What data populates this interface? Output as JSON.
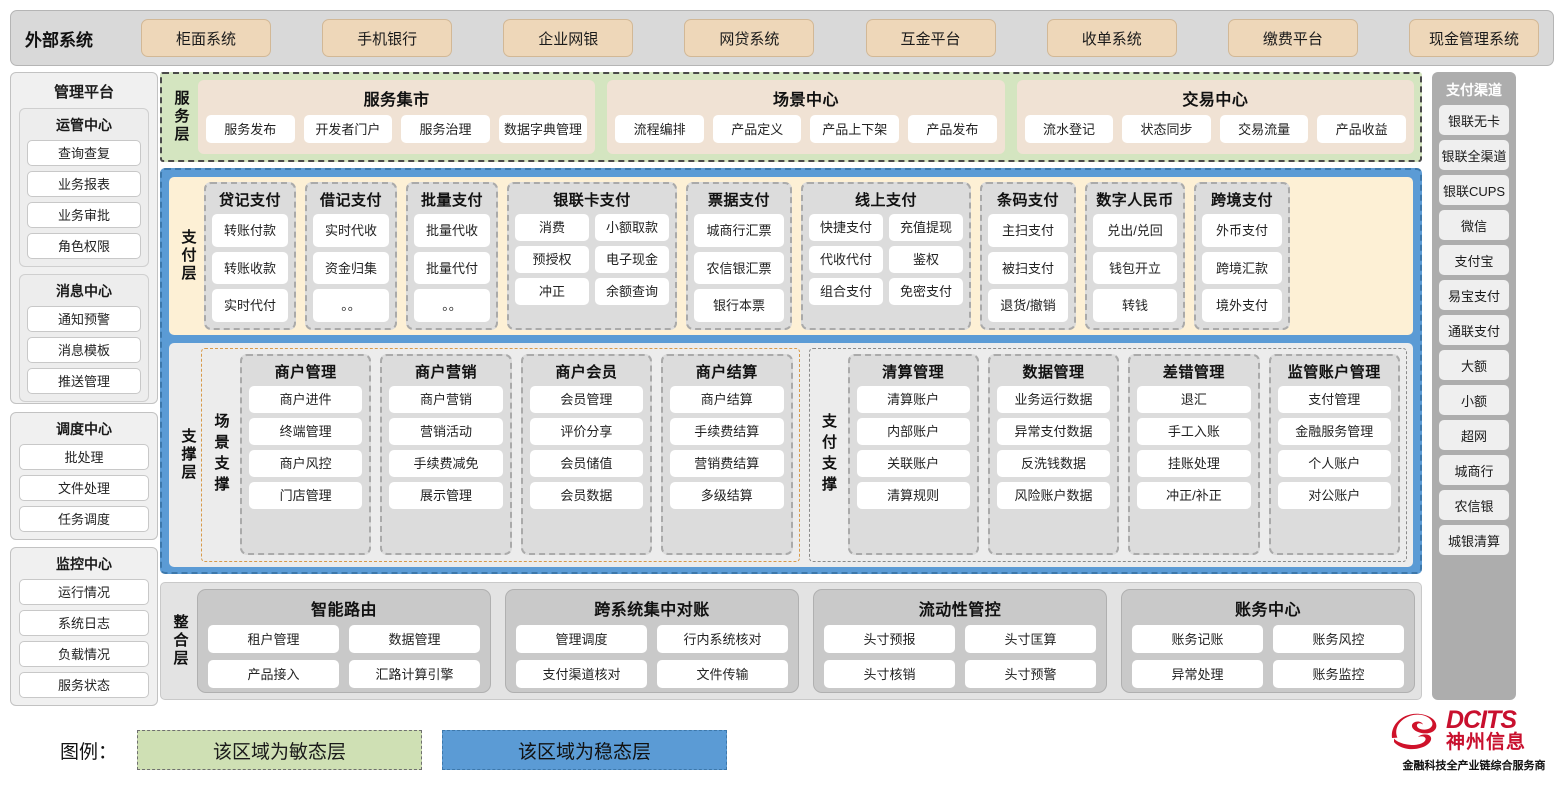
{
  "external": {
    "label": "外部系统",
    "items": [
      "柜面系统",
      "手机银行",
      "企业网银",
      "网贷系统",
      "互金平台",
      "收单系统",
      "缴费平台",
      "现金管理系统"
    ]
  },
  "management": {
    "title": "管理平台",
    "groups": [
      {
        "title": "运管中心",
        "items": [
          "查询查复",
          "业务报表",
          "业务审批",
          "角色权限"
        ]
      },
      {
        "title": "消息中心",
        "items": [
          "通知预警",
          "消息模板",
          "推送管理"
        ]
      }
    ],
    "lower_groups": [
      {
        "title": "调度中心",
        "items": [
          "批处理",
          "文件处理",
          "任务调度"
        ]
      },
      {
        "title": "监控中心",
        "items": [
          "运行情况",
          "系统日志",
          "负载情况",
          "服务状态"
        ]
      }
    ]
  },
  "service_layer": {
    "label": "服务层",
    "groups": [
      {
        "title": "服务集市",
        "items": [
          "服务发布",
          "开发者门户",
          "服务治理",
          "数据字典管理"
        ]
      },
      {
        "title": "场景中心",
        "items": [
          "流程编排",
          "产品定义",
          "产品上下架",
          "产品发布"
        ]
      },
      {
        "title": "交易中心",
        "items": [
          "流水登记",
          "状态同步",
          "交易流量",
          "产品收益"
        ]
      }
    ]
  },
  "payment_layer": {
    "label": "支付层",
    "groups": [
      {
        "title": "贷记支付",
        "cols": 1,
        "items": [
          "转账付款",
          "转账收款",
          "实时代付"
        ]
      },
      {
        "title": "借记支付",
        "cols": 1,
        "items": [
          "实时代收",
          "资金归集",
          "。。"
        ]
      },
      {
        "title": "批量支付",
        "cols": 1,
        "items": [
          "批量代收",
          "批量代付",
          "。。"
        ]
      },
      {
        "title": "银联卡支付",
        "cols": 2,
        "items": [
          "消费",
          "小额取款",
          "预授权",
          "电子现金",
          "冲正",
          "余额查询"
        ]
      },
      {
        "title": "票据支付",
        "cols": 1,
        "items": [
          "城商行汇票",
          "农信银汇票",
          "银行本票"
        ]
      },
      {
        "title": "线上支付",
        "cols": 2,
        "items": [
          "快捷支付",
          "充值提现",
          "代收代付",
          "鉴权",
          "组合支付",
          "免密支付"
        ]
      },
      {
        "title": "条码支付",
        "cols": 1,
        "items": [
          "主扫支付",
          "被扫支付",
          "退货/撤销"
        ]
      },
      {
        "title": "数字人民币",
        "cols": 1,
        "items": [
          "兑出/兑回",
          "钱包开立",
          "转钱"
        ]
      },
      {
        "title": "跨境支付",
        "cols": 1,
        "items": [
          "外币支付",
          "跨境汇款",
          "境外支付"
        ]
      }
    ]
  },
  "support_layer": {
    "label": "支撑层",
    "scene": {
      "label": "场景支撑",
      "groups": [
        {
          "title": "商户管理",
          "items": [
            "商户进件",
            "终端管理",
            "商户风控",
            "门店管理"
          ]
        },
        {
          "title": "商户营销",
          "items": [
            "商户营销",
            "营销活动",
            "手续费减免",
            "展示管理"
          ]
        },
        {
          "title": "商户会员",
          "items": [
            "会员管理",
            "评价分享",
            "会员储值",
            "会员数据"
          ]
        },
        {
          "title": "商户结算",
          "items": [
            "商户结算",
            "手续费结算",
            "营销费结算",
            "多级结算"
          ]
        }
      ]
    },
    "paysup": {
      "label": "支付支撑",
      "groups": [
        {
          "title": "清算管理",
          "items": [
            "清算账户",
            "内部账户",
            "关联账户",
            "清算规则"
          ]
        },
        {
          "title": "数据管理",
          "items": [
            "业务运行数据",
            "异常支付数据",
            "反洗钱数据",
            "风险账户数据"
          ]
        },
        {
          "title": "差错管理",
          "items": [
            "退汇",
            "手工入账",
            "挂账处理",
            "冲正/补正"
          ]
        },
        {
          "title": "监管账户管理",
          "items": [
            "支付管理",
            "金融服务管理",
            "个人账户",
            "对公账户"
          ]
        }
      ]
    }
  },
  "integration_layer": {
    "label": "整合层",
    "groups": [
      {
        "title": "智能路由",
        "items": [
          "租户管理",
          "数据管理",
          "产品接入",
          "汇路计算引擎"
        ]
      },
      {
        "title": "跨系统集中对账",
        "items": [
          "管理调度",
          "行内系统核对",
          "支付渠道核对",
          "文件传输"
        ]
      },
      {
        "title": "流动性管控",
        "items": [
          "头寸预报",
          "头寸匡算",
          "头寸核销",
          "头寸预警"
        ]
      },
      {
        "title": "账务中心",
        "items": [
          "账务记账",
          "账务风控",
          "异常处理",
          "账务监控"
        ]
      }
    ]
  },
  "channels": {
    "title": "支付渠道",
    "items": [
      "银联无卡",
      "银联全渠道",
      "银联CUPS",
      "微信",
      "支付宝",
      "易宝支付",
      "通联支付",
      "大额",
      "小额",
      "超网",
      "城商行",
      "农信银",
      "城银清算"
    ]
  },
  "legend": {
    "label": "图例：",
    "agile": "该区域为敏态层",
    "stable": "该区域为稳态层"
  },
  "logo": {
    "en": "DCITS",
    "cn": "神州信息",
    "tagline": "金融科技全产业链综合服务商"
  },
  "colors": {
    "agile_green": "#cfe0b4",
    "stable_blue": "#5b9bd5",
    "payment_cream": "#fdf0d5",
    "external_tan": "#eed7b9",
    "brand_red": "#c8102e"
  }
}
